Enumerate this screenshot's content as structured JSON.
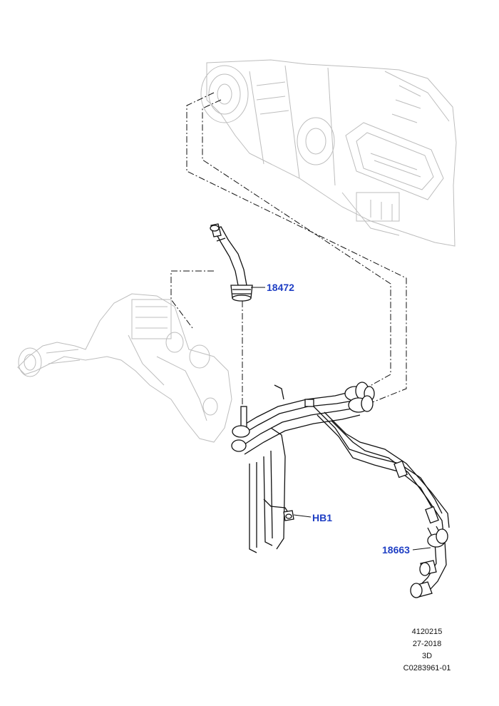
{
  "callouts": {
    "coolant_hose": "18472",
    "bolt": "HB1",
    "heater_hose_assembly": "18663"
  },
  "footer": {
    "illustration_number": "4120215",
    "model_year_range": "27-2018",
    "view_type": "3D",
    "drawing_code": "C0283961-01"
  },
  "colors": {
    "callout_text": "#1f3fc4",
    "line_art": "#111111",
    "ghosted_art": "#bdbdbd"
  }
}
